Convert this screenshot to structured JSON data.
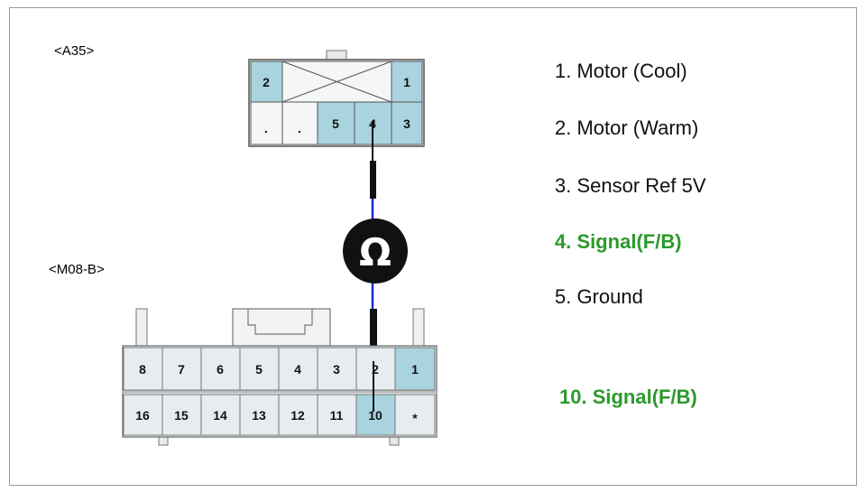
{
  "connectors": {
    "a35": {
      "label": "<A35>",
      "pins_top": [
        "2",
        "1"
      ],
      "pins_bottom": [
        ".",
        ".",
        "5",
        "4",
        "3"
      ]
    },
    "m08b": {
      "label": "<M08-B>",
      "pins_top": [
        "8",
        "7",
        "6",
        "5",
        "4",
        "3",
        "2",
        "1"
      ],
      "pins_bottom": [
        "16",
        "15",
        "14",
        "13",
        "12",
        "11",
        "10",
        "*"
      ]
    }
  },
  "meter": {
    "symbol": "Ω"
  },
  "legend": {
    "items": [
      {
        "text": "1. Motor (Cool)",
        "highlight": false
      },
      {
        "text": "2. Motor (Warm)",
        "highlight": false
      },
      {
        "text": "3. Sensor Ref 5V",
        "highlight": false
      },
      {
        "text": "4. Signal(F/B)",
        "highlight": true
      },
      {
        "text": "5. Ground",
        "highlight": false
      },
      {
        "text": "10. Signal(F/B)",
        "highlight": true
      }
    ]
  },
  "colors": {
    "pin_highlight": "#a9d3df",
    "pin_plain": "#e6ecef",
    "wire": "#1a2bd1",
    "legend_highlight": "#2b9a2b"
  }
}
